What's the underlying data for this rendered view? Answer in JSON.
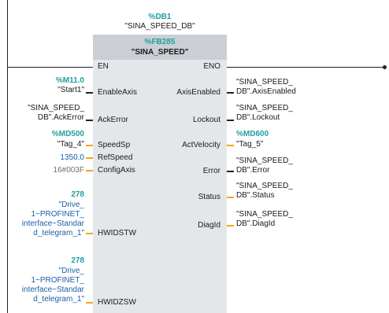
{
  "instance_db": {
    "address": "%DB1",
    "name": "\"SINA_SPEED_DB\""
  },
  "block": {
    "address": "%FB285",
    "name": "\"SINA_SPEED\""
  },
  "pins": {
    "en": "EN",
    "eno": "ENO",
    "enable_axis": "EnableAxis",
    "ack_error": "AckError",
    "speed_sp": "SpeedSp",
    "ref_speed": "RefSpeed",
    "config_axis": "ConfigAxis",
    "hwidstw": "HWIDSTW",
    "hwidzsw": "HWIDZSW",
    "axis_enabled": "AxisEnabled",
    "lockout": "Lockout",
    "act_velocity": "ActVelocity",
    "error": "Error",
    "status": "Status",
    "diag_id": "DiagId"
  },
  "inputs": {
    "enable_axis": {
      "address": "%M11.0",
      "name": "\"Start1\""
    },
    "ack_error": {
      "line1": "\"SINA_SPEED_",
      "line2": "DB\".AckError"
    },
    "speed_sp": {
      "address": "%MD500",
      "name": "\"Tag_4\""
    },
    "ref_speed": "1350.0",
    "config_axis": "16#003F",
    "hwidstw": {
      "value": "278",
      "lines": [
        "\"Drive_",
        "1~PROFINET_",
        "interface~Standar",
        "d_telegram_1\""
      ]
    },
    "hwidzsw": {
      "value": "278",
      "lines": [
        "\"Drive_",
        "1~PROFINET_",
        "interface~Standar",
        "d_telegram_1\""
      ]
    }
  },
  "outputs": {
    "axis_enabled": {
      "line1": "\"SINA_SPEED_",
      "line2": "DB\".AxisEnabled"
    },
    "lockout": {
      "line1": "\"SINA_SPEED_",
      "line2": "DB\".Lockout"
    },
    "act_velocity": {
      "address": "%MD600",
      "name": "\"Tag_5\""
    },
    "error": {
      "line1": "\"SINA_SPEED_",
      "line2": "DB\".Error"
    },
    "status": {
      "line1": "\"SINA_SPEED_",
      "line2": "DB\".Status"
    },
    "diag_id": {
      "line1": "\"SINA_SPEED_",
      "line2": "DB\".DiagId"
    }
  },
  "colors": {
    "address_teal": "#1f9ea0",
    "literal_blue": "#1a5fa8",
    "literal_gray": "#707070",
    "wire_orange": "#f0a81c",
    "block_header": "#c9cfd4",
    "block_body": "#e4e7ea"
  }
}
